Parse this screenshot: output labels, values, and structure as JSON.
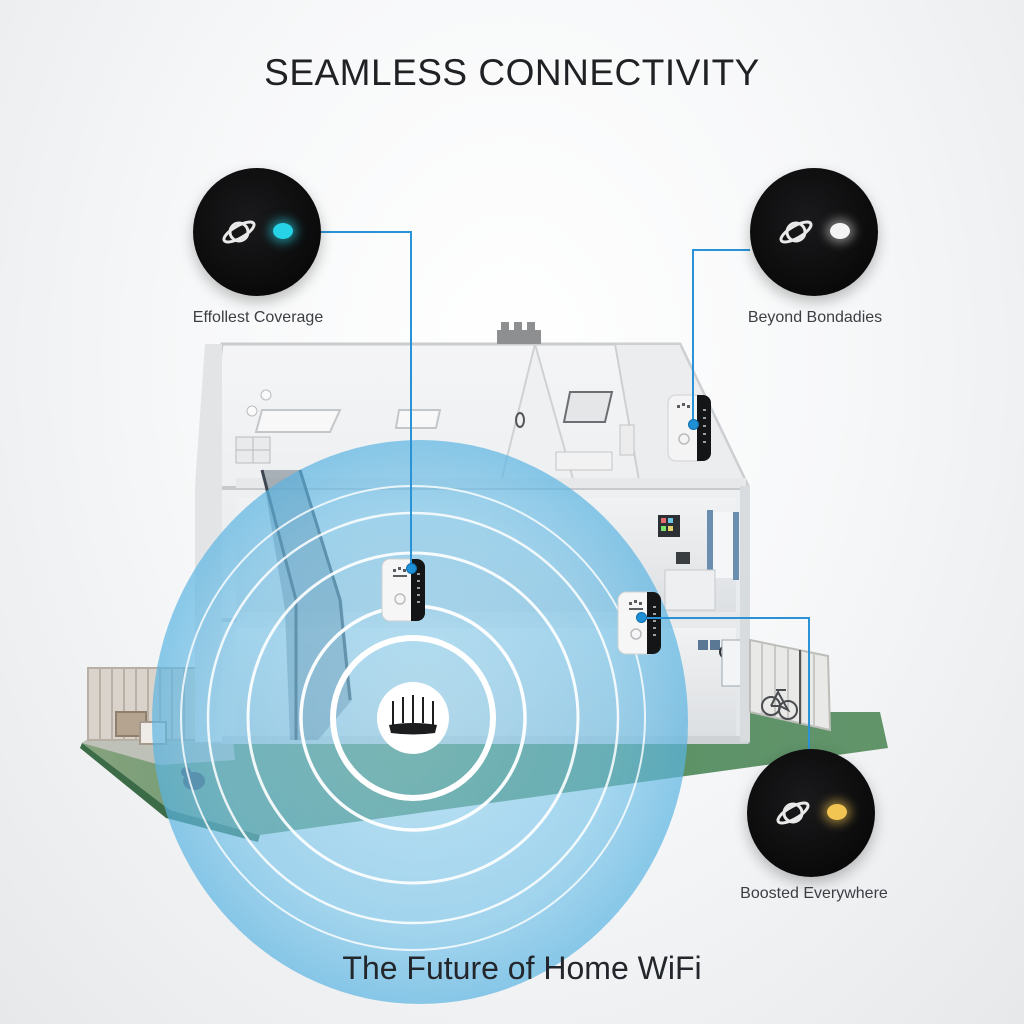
{
  "header": {
    "title": "SEAMLESS CONNECTIVITY"
  },
  "footer": {
    "title": "The Future of Home WiFi"
  },
  "colors": {
    "coverage_blue": "#7cc6e8",
    "connector_line": "#2a93d5",
    "badge_fill": "#0c0c0d",
    "led_cyan": "#27d3e6",
    "led_white": "#f4f4f4",
    "led_amber": "#f2c451",
    "lawn_green": "#4e8a5a",
    "text_dark": "#23262b"
  },
  "callouts": [
    {
      "id": "top-left",
      "label": "Effollest Coverage",
      "icon": "planet-icon",
      "led_color": "cyan",
      "connected_device": "repeater-middle-floor"
    },
    {
      "id": "top-right",
      "label": "Beyond Bondadies",
      "icon": "planet-icon",
      "led_color": "white",
      "connected_device": "repeater-attic"
    },
    {
      "id": "bottom-right",
      "label": "Boosted Everywhere",
      "icon": "planet-icon",
      "led_color": "amber",
      "connected_device": "repeater-right-wing"
    }
  ],
  "devices": {
    "router": {
      "type": "router",
      "antennas": 5
    },
    "repeaters": [
      {
        "id": "repeater-middle-floor",
        "type": "wifi-extender"
      },
      {
        "id": "repeater-attic",
        "type": "wifi-extender"
      },
      {
        "id": "repeater-right-wing",
        "type": "wifi-extender"
      }
    ]
  },
  "coverage": {
    "rings": 4
  }
}
